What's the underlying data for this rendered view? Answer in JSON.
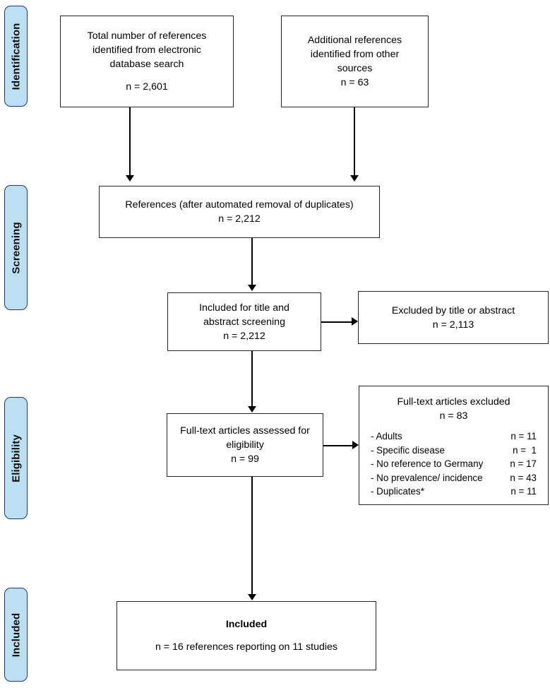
{
  "diagram": {
    "title": "PRISMA study selection flow diagram",
    "accent_pill_fill": "#bddff2",
    "accent_pill_border": "#1f3864",
    "box_border": "#262626",
    "connector_color": "#000000"
  },
  "stages": [
    {
      "id": "identification",
      "label": "Identification"
    },
    {
      "id": "screening",
      "label": "Screening"
    },
    {
      "id": "eligibility",
      "label": "Eligibility"
    },
    {
      "id": "included",
      "label": "Included"
    }
  ],
  "boxes": {
    "electronic_search": {
      "lines": [
        "Total number of references",
        "identified from electronic",
        "database search"
      ],
      "count_line": "n = 2,601"
    },
    "other_sources": {
      "lines": [
        "Additional references",
        "identified from other",
        "sources"
      ],
      "count_line": "n = 63"
    },
    "deduplicated": {
      "lines": [
        "References (after automated removal of duplicates)"
      ],
      "count_line": "n = 2,212"
    },
    "title_abstract_screening": {
      "lines": [
        "Included for title and",
        "abstract screening"
      ],
      "count_line": "n = 2,212"
    },
    "excluded_title_abstract": {
      "lines": [
        "Excluded by title or abstract"
      ],
      "count_line": "n = 2,113"
    },
    "fulltext_assessed": {
      "lines": [
        "Full-text articles assessed for",
        "eligibility"
      ],
      "count_line": "n = 99"
    },
    "fulltext_excluded": {
      "heading": "Full-text articles excluded",
      "count_line": "n = 83",
      "reasons": [
        {
          "label": "- Adults",
          "count": "n = 11"
        },
        {
          "label": "- Specific disease",
          "count": "n =  1"
        },
        {
          "label": "- No reference to Germany",
          "count": "n = 17"
        },
        {
          "label": "- No prevalence/ incidence",
          "count": "n = 43"
        },
        {
          "label": "- Duplicates*",
          "count": "n = 11"
        }
      ]
    },
    "included_final": {
      "heading": "Included",
      "body": "n = 16 references reporting on 11 studies"
    }
  }
}
